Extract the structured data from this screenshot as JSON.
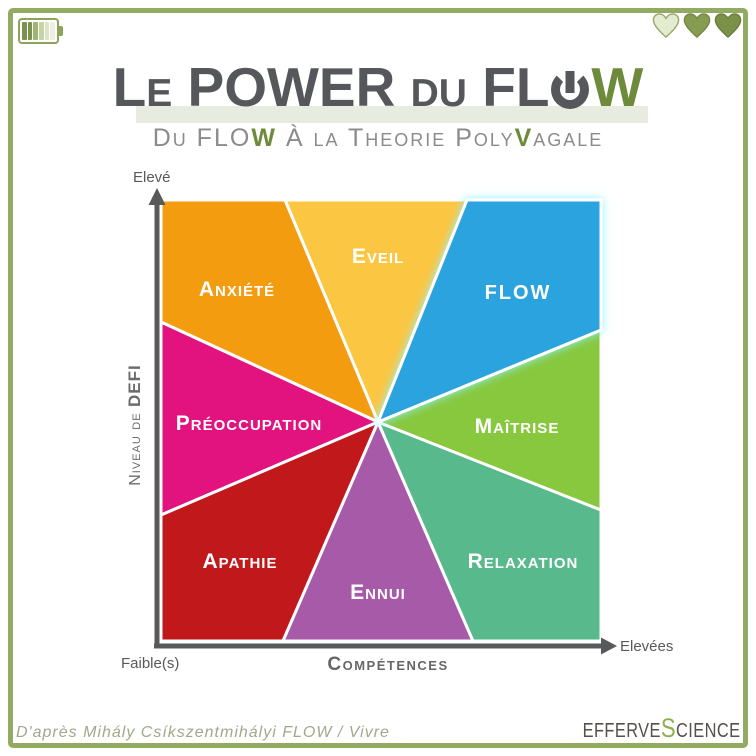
{
  "frame": {
    "border_color": "#93AA62"
  },
  "battery": {
    "border_color": "#8BA35A",
    "cells": [
      "#7C914E",
      "#7C914E",
      "#9FB670",
      "#C6D3A6",
      "#DCE4C6",
      "#ECF0E0"
    ]
  },
  "hearts": [
    {
      "name": "light-green-heart",
      "color": "#E3ECD1",
      "stroke": "#97A86C"
    },
    {
      "name": "green-heart",
      "color": "#859C52",
      "stroke": "#74883F"
    },
    {
      "name": "olive-heart",
      "color": "#7B9048",
      "stroke": "#6A7E3C"
    }
  ],
  "header": {
    "title": {
      "seg1": "Le ",
      "seg2": "POWER",
      "seg3": " du ",
      "seg4": "FL",
      "seg_w": "W",
      "text_color": "#55575A",
      "accent_color": "#6E8B3B",
      "band_color": "#E8EBE0"
    },
    "subtitle": {
      "seg1": "Du FLO",
      "seg_w": "W",
      "seg2": " À la Theorie Poly",
      "seg_v": "V",
      "seg3": "agale",
      "text_color": "#8B8B8B",
      "accent_color": "#6E8B3B"
    }
  },
  "chart": {
    "axes": {
      "color": "#58595B",
      "y_top_label": "Elevé",
      "y_bottom_label": "Faible(s)",
      "y_title_normal": "Niveau de ",
      "y_title_bold": "DEFI",
      "x_title": "Compétences",
      "x_end_label": "Elevées"
    },
    "regions": [
      {
        "name": "anxiete",
        "label": "Anxiété",
        "color": "#F39C0F"
      },
      {
        "name": "eveil",
        "label": "Eveil",
        "color": "#FBC642"
      },
      {
        "name": "flow",
        "label": "FLOW",
        "color": "#2BA3DF",
        "glow_color": "#8DF2FF"
      },
      {
        "name": "maitrise",
        "label": "Maîtrise",
        "color": "#87C83E"
      },
      {
        "name": "relaxation",
        "label": "Relaxation",
        "color": "#57B98C"
      },
      {
        "name": "ennui",
        "label": "Ennui",
        "color": "#A75AA8"
      },
      {
        "name": "apathie",
        "label": "Apathie",
        "color": "#C0181B"
      },
      {
        "name": "preoccupation",
        "label": "Préoccupation",
        "color": "#E2137F"
      }
    ]
  },
  "footer": {
    "credit": "D'après Mihály Csíkszentmihályi FLOW / Vivre",
    "brand_pre": "EFFERVE",
    "brand_s": "S",
    "brand_post": "CIENCE",
    "brand_s_color": "#8CB052"
  }
}
